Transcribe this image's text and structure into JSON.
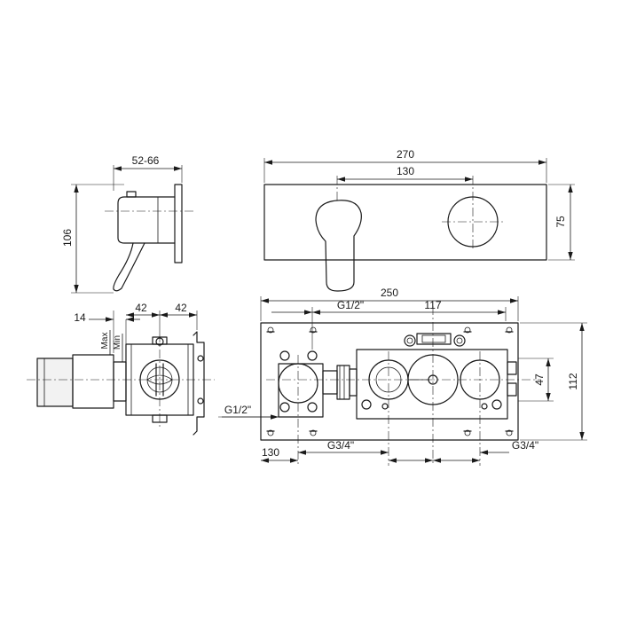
{
  "side_view": {
    "depth": "52-66",
    "height": "106"
  },
  "front_view": {
    "width": "270",
    "spacing": "130",
    "height": "75"
  },
  "box_side_view": {
    "offset": "14",
    "spacing_a": "42",
    "spacing_b": "42",
    "max": "Max",
    "min": "Min"
  },
  "box_front_view": {
    "width": "250",
    "inlet_top": "G1/2\"",
    "spacing_top": "117",
    "height_outer": "112",
    "height_inner": "47",
    "inlet_left": "G1/2\"",
    "offset_bottom": "130",
    "outlet_a": "G3/4\"",
    "outlet_b": "G3/4\""
  }
}
